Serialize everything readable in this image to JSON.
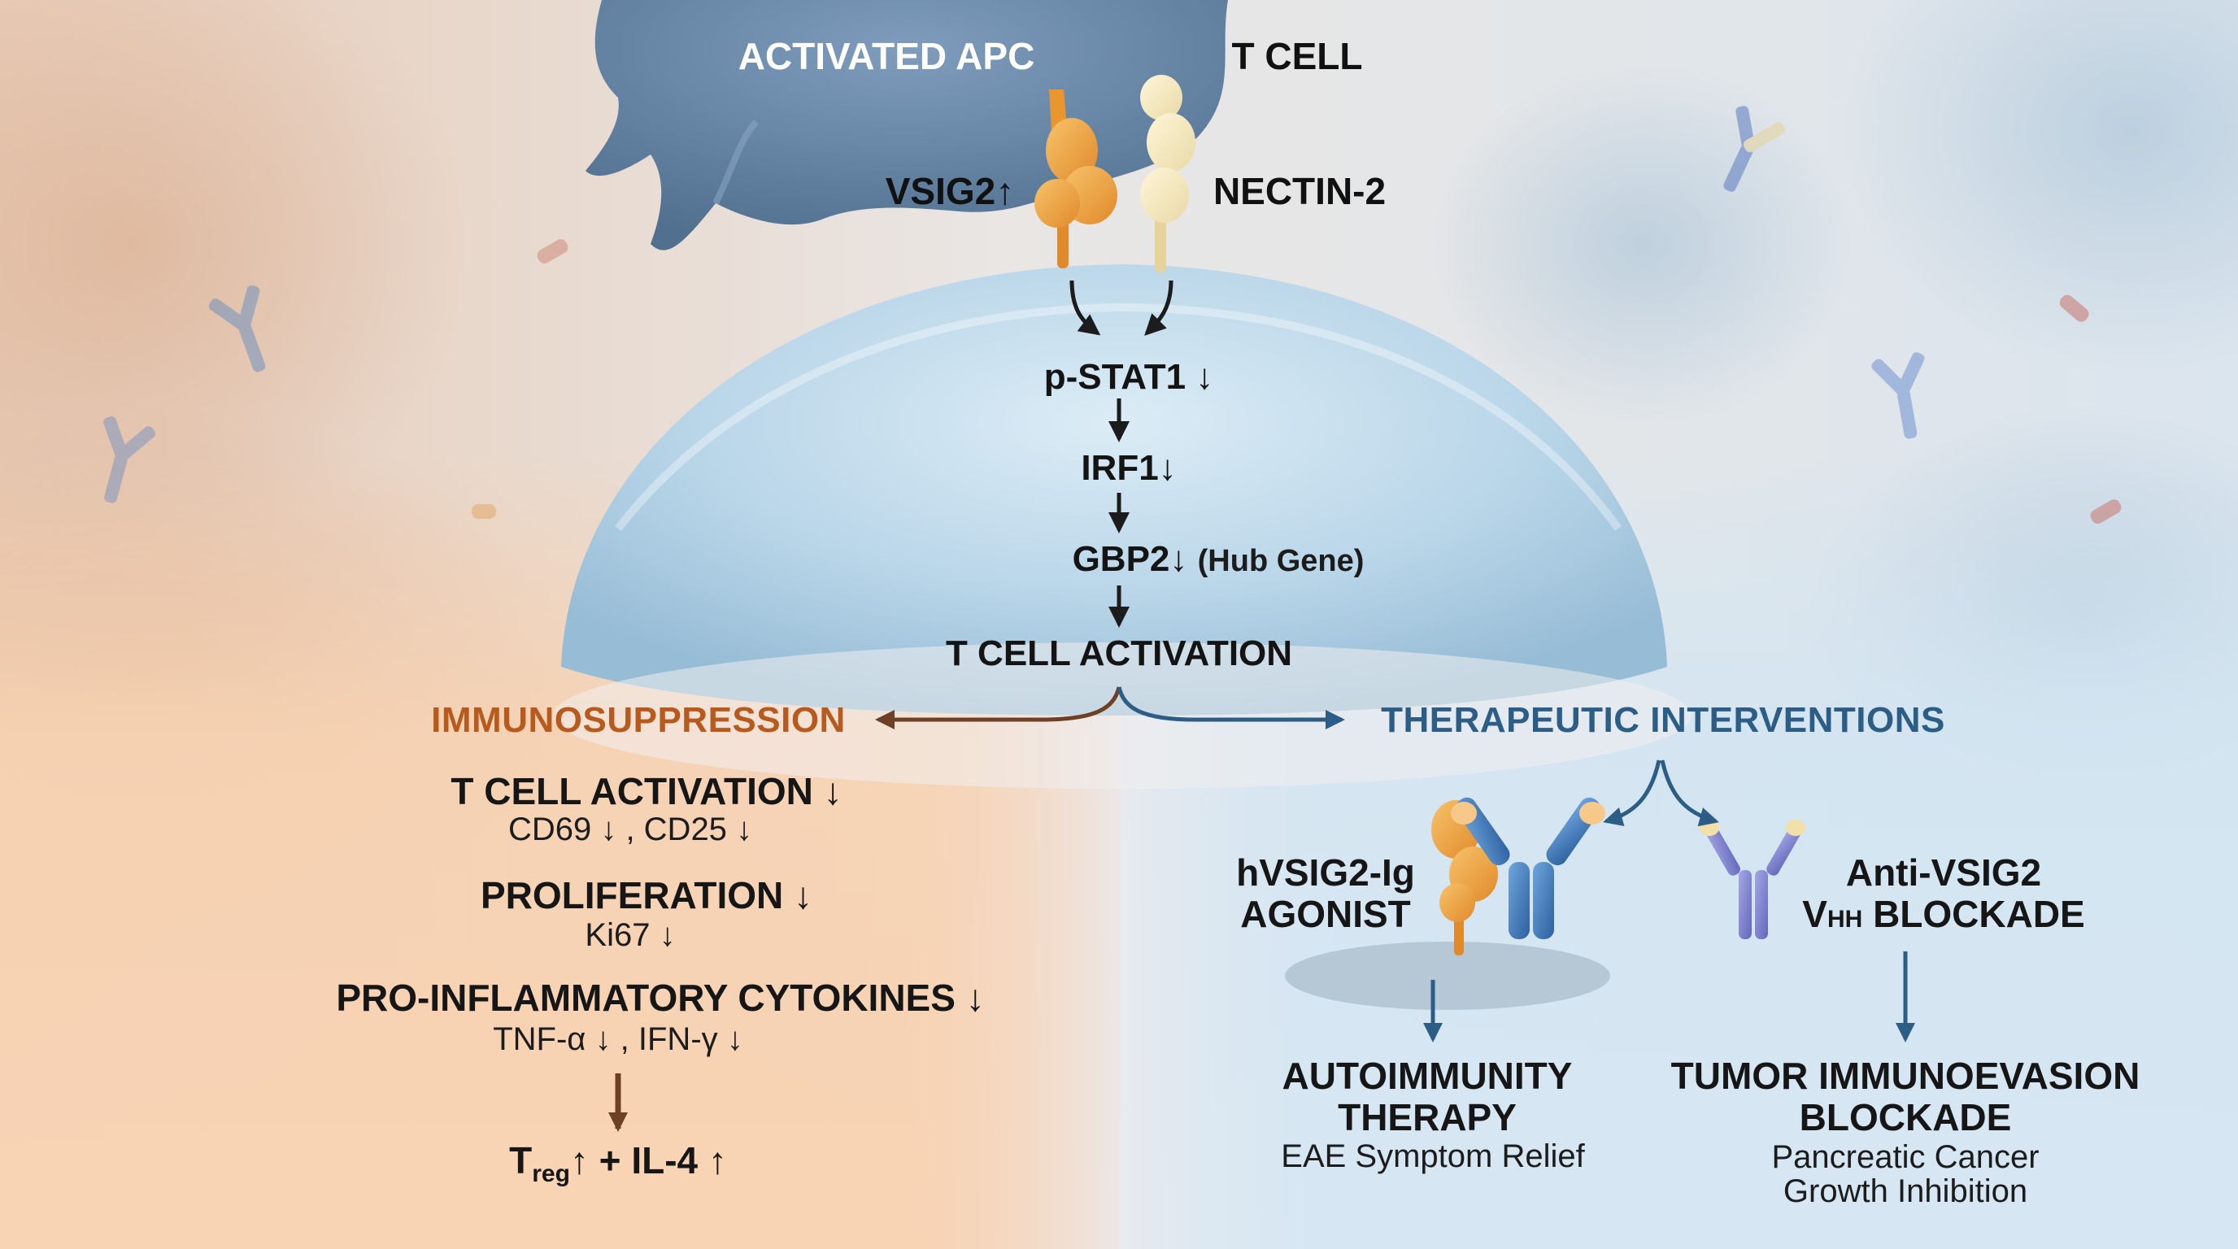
{
  "colors": {
    "immuno_orange": "#b85a1e",
    "therapy_blue": "#2c5d86",
    "text_dark": "#141414",
    "left_bg": "#f6cfae",
    "right_bg": "#d2e5f2"
  },
  "cells": {
    "apc_label": "ACTIVATED APC",
    "tcell_label": "T CELL"
  },
  "receptors": {
    "vsig2": "VSIG2",
    "vsig2_arrow": "↑",
    "nectin": "NECTIN-2"
  },
  "pathway": {
    "step1": "p-STAT1",
    "step1_arrow": "↓",
    "step2": "IRF1",
    "step2_arrow": "↓",
    "step3": "GBP2",
    "step3_arrow": "↓",
    "step3_note": "(Hub Gene)",
    "step4": "T CELL ACTIVATION"
  },
  "immunosuppression": {
    "title": "IMMUNOSUPPRESSION",
    "block1_title": "T CELL ACTIVATION",
    "block1_arrow": "↓",
    "block1_sub": "CD69 ↓ , CD25 ↓",
    "block2_title": "PROLIFERATION",
    "block2_arrow": "↓",
    "block2_sub": "Ki67 ↓",
    "block3_title": "PRO-INFLAMMATORY CYTOKINES",
    "block3_arrow": "↓",
    "block3_sub": "TNF-α ↓ , IFN-γ ↓",
    "result_t": "T",
    "result_sub": "reg",
    "result_rest": "↑ + IL-4 ↑"
  },
  "therapy": {
    "title": "THERAPEUTIC INTERVENTIONS",
    "agonist_line1": "hVSIG2-Ig",
    "agonist_line2": "AGONIST",
    "blockade_line1": "Anti-VSIG2",
    "blockade_v": "V",
    "blockade_hh": "HH",
    "blockade_rest": " BLOCKADE",
    "auto_line1": "AUTOIMMUNITY",
    "auto_line2": "THERAPY",
    "auto_sub": "EAE Symptom Relief",
    "tumor_line1": "TUMOR IMMUNOEVASION",
    "tumor_line2": "BLOCKADE",
    "tumor_sub1": "Pancreatic Cancer",
    "tumor_sub2": "Growth Inhibition"
  }
}
